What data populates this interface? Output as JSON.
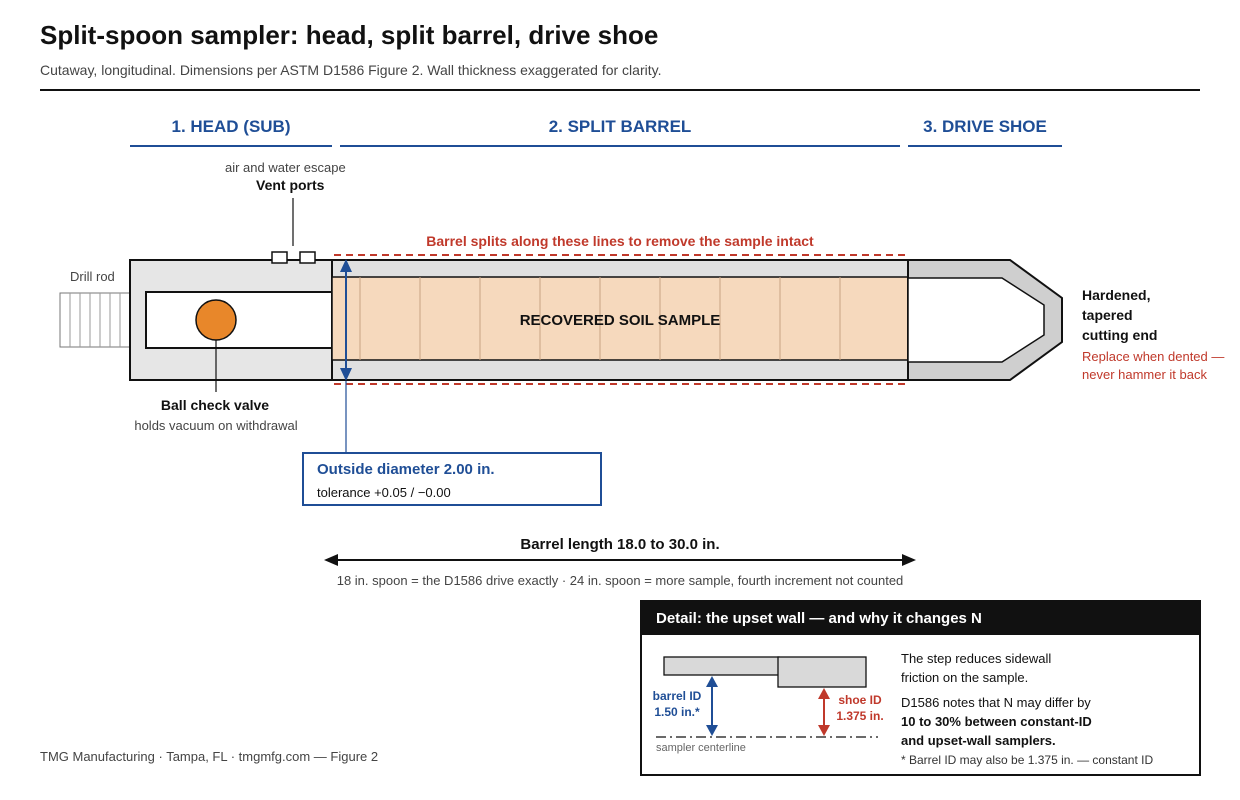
{
  "header": {
    "title": "Split-spoon sampler: head, split barrel, drive shoe",
    "subtitle": "Cutaway, longitudinal. Dimensions per ASTM D1586 Figure 2. Wall thickness exaggerated for clarity."
  },
  "sections": [
    {
      "label": "1. HEAD (SUB)"
    },
    {
      "label": "2. SPLIT BARREL"
    },
    {
      "label": "3. DRIVE SHOE"
    }
  ],
  "labels": {
    "vent_note": "air and water escape",
    "vent_title": "Vent ports",
    "drill_rod": "Drill rod",
    "split_note": "Barrel splits along these lines to remove the sample intact",
    "sample": "RECOVERED SOIL SAMPLE",
    "ball_title": "Ball check valve",
    "ball_note": "holds vacuum on withdrawal",
    "shoe_line1": "Hardened,",
    "shoe_line2": "tapered",
    "shoe_line3": "cutting end",
    "shoe_warn1": "Replace when dented —",
    "shoe_warn2": "never hammer it back"
  },
  "callout": {
    "title": "Outside diameter 2.00 in.",
    "note": "tolerance +0.05 / −0.00"
  },
  "length": {
    "label": "Barrel length 18.0 to 30.0 in.",
    "note": "18 in. spoon = the D1586 drive exactly · 24 in. spoon = more sample, fourth increment not counted"
  },
  "detail": {
    "heading": "Detail: the upset wall — and why it changes N",
    "barrel_id_1": "barrel ID",
    "barrel_id_2": "1.50 in.*",
    "shoe_id_1": "shoe ID",
    "shoe_id_2": "1.375 in.",
    "centerline": "sampler centerline",
    "p1_line1": "The step reduces sidewall",
    "p1_line2": "friction on the sample.",
    "p2_line1": "D1586 notes that N may differ by",
    "p2_line2": "10 to 30% between constant-ID",
    "p2_line3": "and upset-wall samplers.",
    "footnote": "* Barrel ID may also be 1.375 in. — constant ID"
  },
  "footer": {
    "credit": "TMG Manufacturing · Tampa, FL · tmgmfg.com — Figure 2"
  },
  "colors": {
    "accent_blue": "#1f4e96",
    "accent_red": "#c0392b",
    "sample_fill": "#f6d9bd",
    "steel": "#d9d9d9",
    "ball": "#e8872a"
  }
}
